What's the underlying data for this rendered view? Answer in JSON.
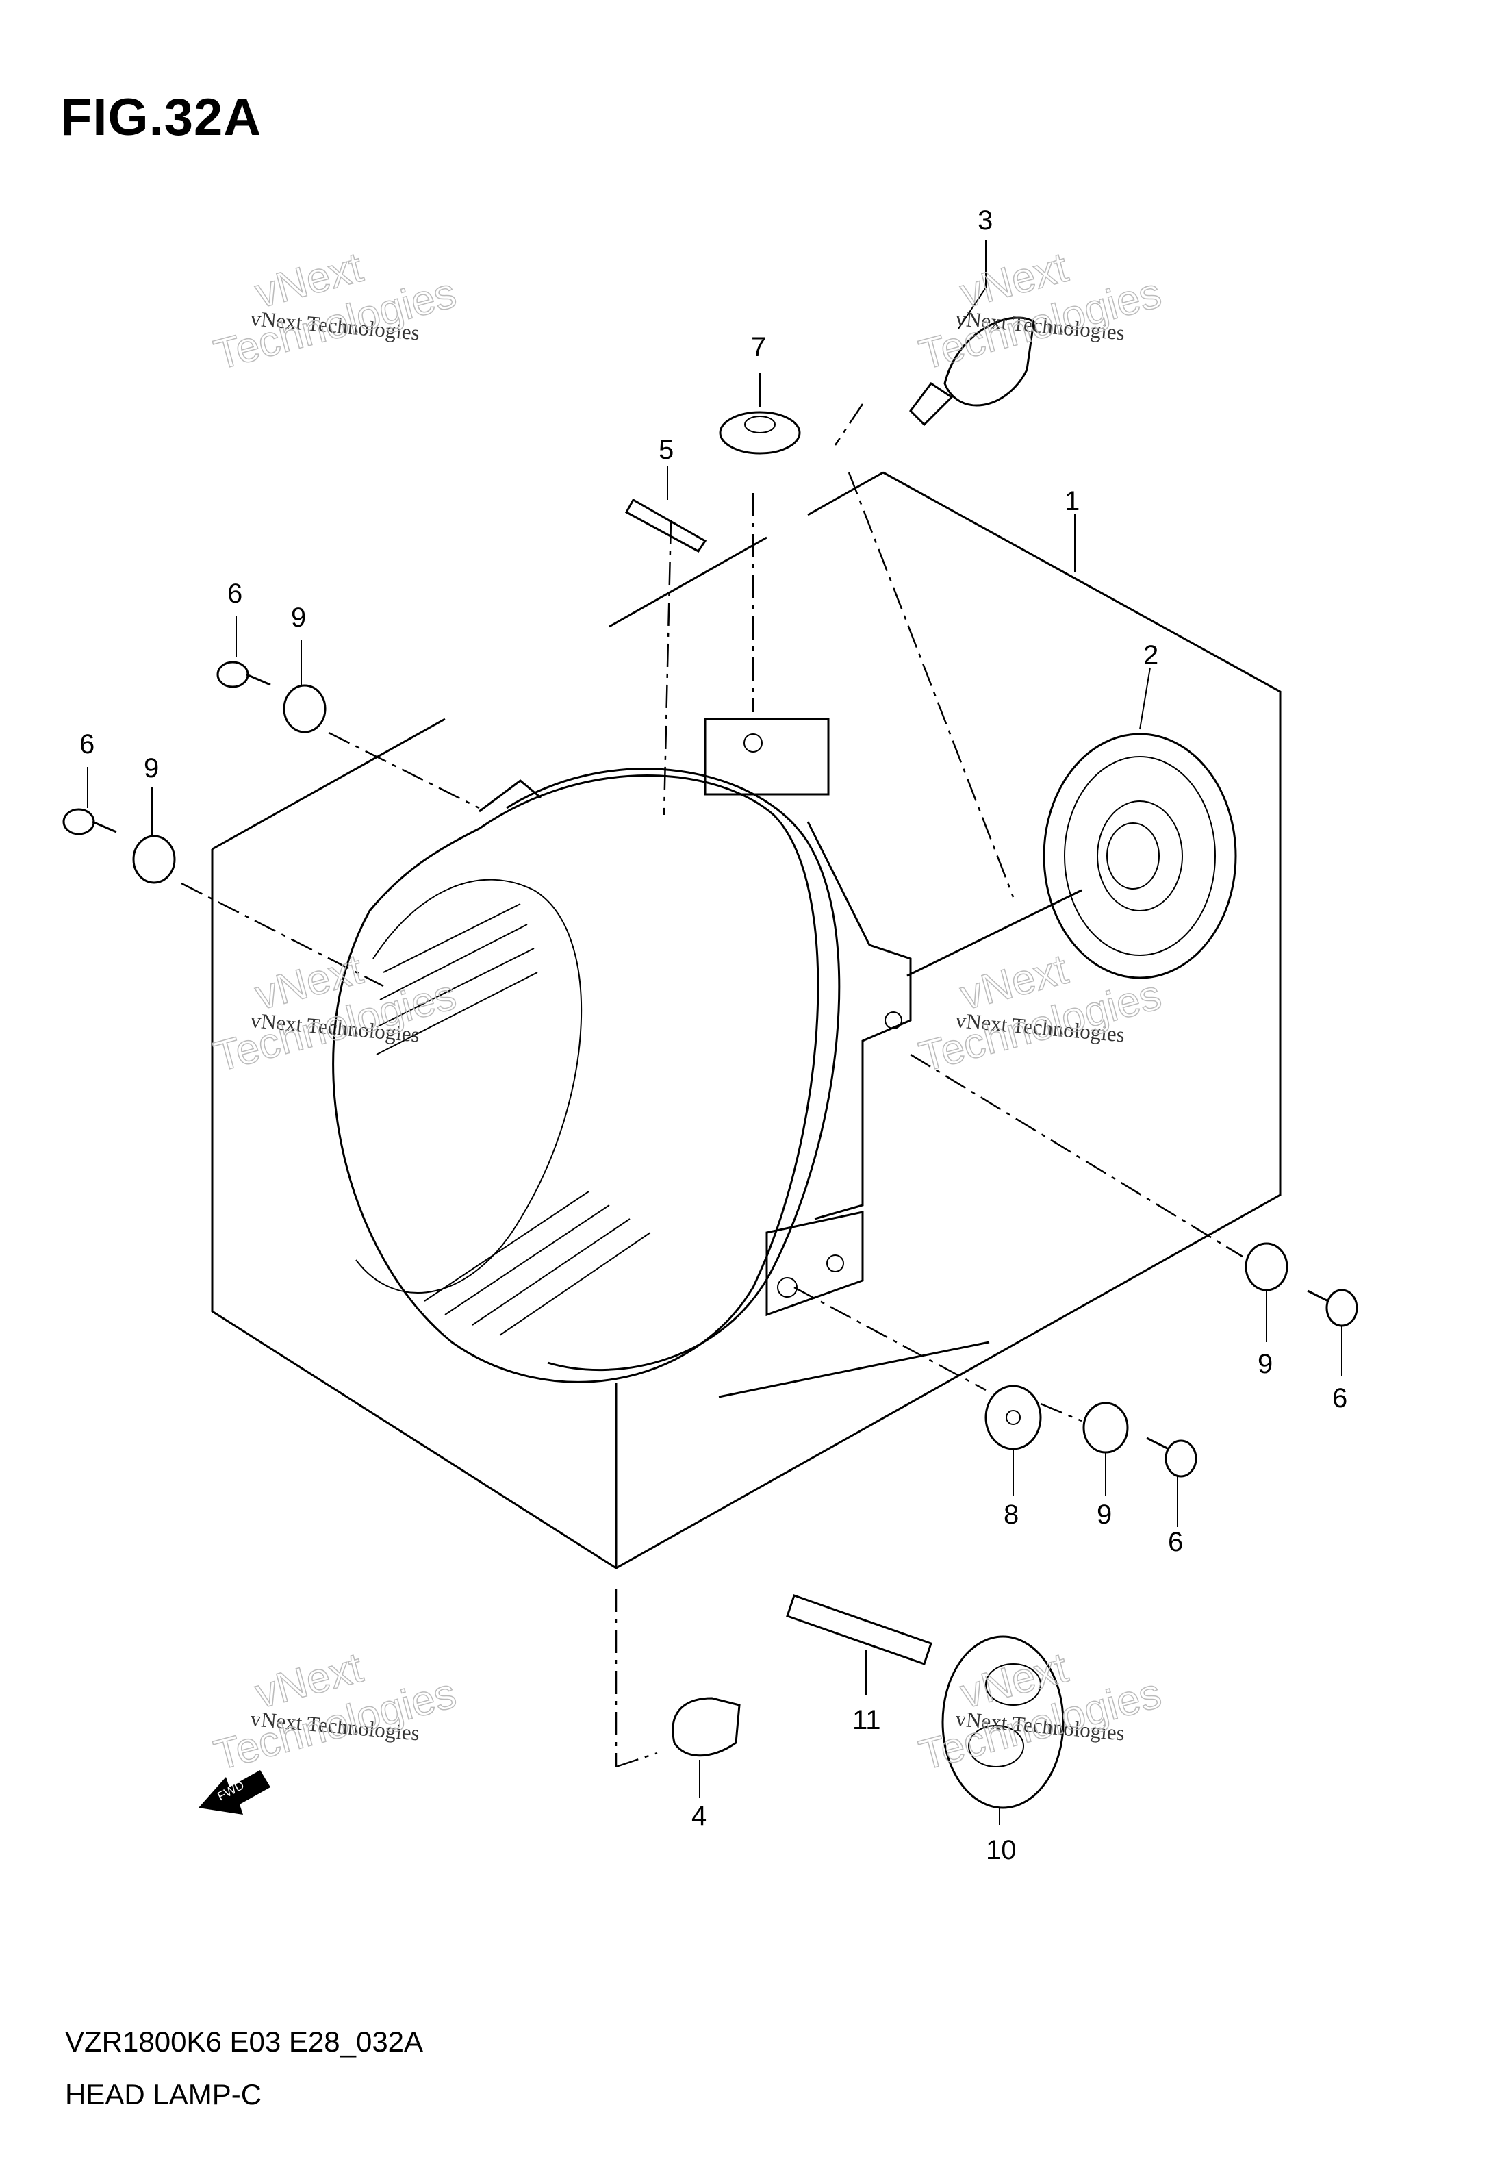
{
  "figure": {
    "title": "FIG.32A",
    "model_code": "VZR1800K6 E03 E28_032A",
    "section_name": "HEAD LAMP-C"
  },
  "parts": [
    {
      "ref": "1"
    },
    {
      "ref": "2"
    },
    {
      "ref": "3"
    },
    {
      "ref": "4"
    },
    {
      "ref": "5"
    },
    {
      "ref": "6"
    },
    {
      "ref": "7"
    },
    {
      "ref": "8"
    },
    {
      "ref": "9"
    },
    {
      "ref": "10"
    },
    {
      "ref": "11"
    }
  ],
  "labels": {
    "p1": "1",
    "p2": "2",
    "p3": "3",
    "p4": "4",
    "p5": "5",
    "p6a": "6",
    "p6b": "6",
    "p6c": "6",
    "p6d": "6",
    "p7": "7",
    "p8": "8",
    "p9a": "9",
    "p9b": "9",
    "p9c": "9",
    "p9d": "9",
    "p10": "10",
    "p11": "11"
  },
  "fwd_arrow": "FWD",
  "watermark": {
    "small": "vNext Technologies",
    "line1": "vNext",
    "line2": "Technologies"
  }
}
